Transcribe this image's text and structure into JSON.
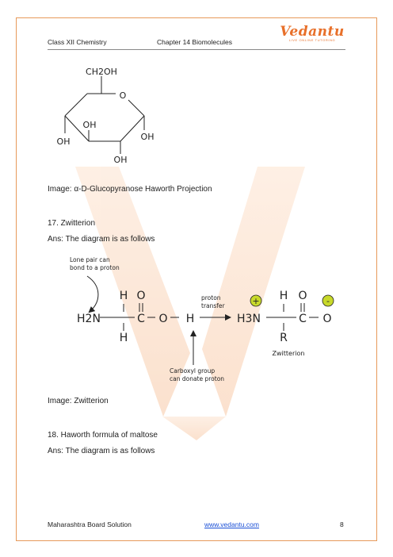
{
  "header": {
    "left": "Class XII Chemistry",
    "center": "Chapter 14 Biomolecules",
    "logo_name": "Vedantu",
    "logo_tagline": "LIVE ONLINE TUTORING",
    "brand_color": "#e8702a"
  },
  "haworth": {
    "ch2oh": "CH2OH",
    "ring_o": "O",
    "oh_inner": "OH",
    "oh_right": "OH",
    "oh_left": "OH",
    "oh_bottom": "OH"
  },
  "caption1": "Image: α-D-Glucopyranose Haworth Projection",
  "q17": {
    "title": "17. Zwitterion",
    "answer": "Ans: The diagram is as follows"
  },
  "zwitterion": {
    "lone_pair_line1": "Lone pair can",
    "lone_pair_line2": "bond to a proton",
    "proton_line1": "proton",
    "proton_line2": "transfer",
    "carboxyl_line1": "Carboxyl group",
    "carboxyl_line2": "can donate proton",
    "h_top1": "H",
    "o_top1": "O",
    "h2n": "H2N",
    "c1": "C",
    "o_mid": "O",
    "h_end": "H",
    "h_bottom": "H",
    "h3n": "H3N",
    "h_top2": "H",
    "o_top2": "O",
    "c2": "C",
    "o_end": "O",
    "r": "R",
    "plus": "+",
    "minus": "-",
    "zwitterion_label": "Zwitterion"
  },
  "caption2": "Image: Zwitterion",
  "q18": {
    "title": "18. Haworth formula of maltose",
    "answer": "Ans: The diagram is as follows"
  },
  "footer": {
    "left": "Maharashtra Board Solution",
    "link": "www.vedantu.com",
    "page": "8"
  }
}
